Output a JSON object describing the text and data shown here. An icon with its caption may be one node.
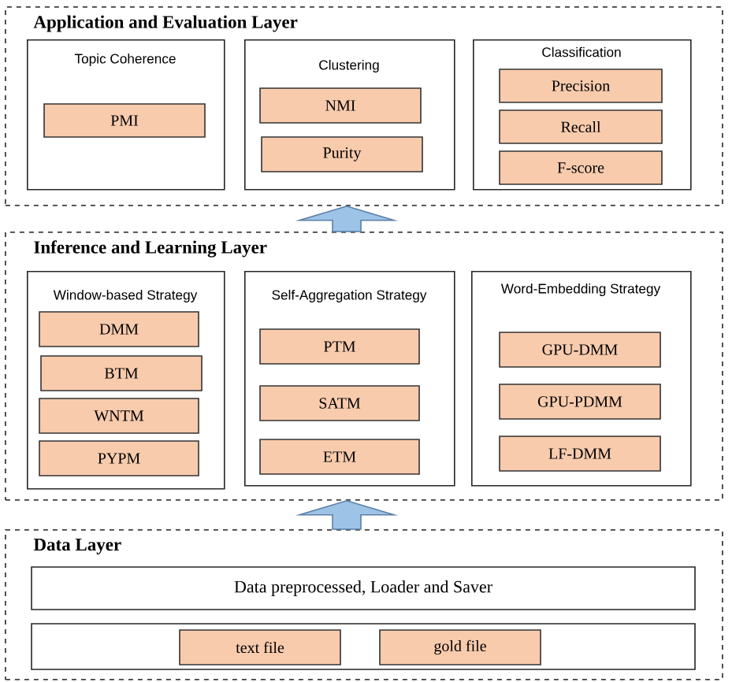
{
  "diagram": {
    "nodes": [
      {
        "text": [
          "Application and Evaluation Layer"
        ]
      },
      {
        "text": [
          "Topic Coherence"
        ],
        "in": 0
      },
      {
        "text": [
          "PMI"
        ],
        "in": 1
      },
      {
        "text": [
          "Clustering"
        ],
        "in": 0
      },
      {
        "text": [
          "NMI"
        ],
        "in": 3
      },
      {
        "text": [
          "Purity"
        ],
        "in": 3
      },
      {
        "text": [
          "Classification"
        ],
        "in": 0
      },
      {
        "text": [
          "Precision"
        ],
        "in": 6
      },
      {
        "text": [
          "Recall"
        ],
        "in": 6
      },
      {
        "text": [
          "F-score"
        ],
        "in": 6
      },
      {
        "text": [
          "Inference and Learning Layer"
        ]
      },
      {
        "text": [
          "Window-based Strategy"
        ],
        "in": 10
      },
      {
        "text": [
          "DMM"
        ],
        "in": 11
      },
      {
        "text": [
          "BTM"
        ],
        "in": 11
      },
      {
        "text": [
          "WNTM"
        ],
        "in": 11
      },
      {
        "text": [
          "PYPM"
        ],
        "in": 11
      },
      {
        "text": [
          "Self-Aggregation Strategy"
        ],
        "in": 10
      },
      {
        "text": [
          "PTM"
        ],
        "in": 16
      },
      {
        "text": [
          "SATM"
        ],
        "in": 16
      },
      {
        "text": [
          "ETM"
        ],
        "in": 16
      },
      {
        "text": [
          "Word-Embedding Strategy"
        ],
        "in": 10
      },
      {
        "text": [
          "GPU-DMM"
        ],
        "in": 20
      },
      {
        "text": [
          "GPU-PDMM"
        ],
        "in": 20
      },
      {
        "text": [
          "LF-DMM"
        ],
        "in": 20
      },
      {
        "text": [
          "Data Layer"
        ]
      },
      {
        "text": [
          "Data preprocessed, Loader and Saver"
        ],
        "in": 24
      },
      {
        "text": [],
        "shape": "box",
        "in": 24
      },
      {
        "text": [
          "text file"
        ],
        "in": 26
      },
      {
        "text": [
          "gold file"
        ],
        "in": 26
      }
    ],
    "edges": [
      {
        "from": 24,
        "to": 10,
        "arrow": "to"
      },
      {
        "from": 10,
        "to": 0,
        "arrow": "to"
      }
    ]
  }
}
